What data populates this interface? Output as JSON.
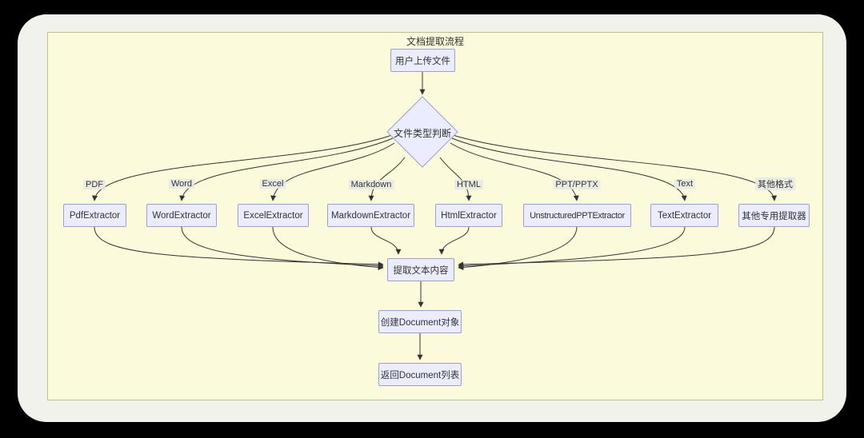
{
  "page": {
    "background": "#000000",
    "card_background": "#f2f2ec"
  },
  "diagram": {
    "title": "文档提取流程",
    "canvas_bg": "#fbfbdc",
    "canvas_border": "#c2c287",
    "node_fill": "#ECECFF",
    "node_border": "#9d9ddb",
    "edge_color": "#333333",
    "nodes": {
      "upload": "用户上传文件",
      "decision": "文件类型判断",
      "extract": "提取文本内容",
      "create_doc": "创建Document对象",
      "return_list": "返回Document列表"
    },
    "branches": [
      {
        "label": "PDF",
        "extractor": "PdfExtractor"
      },
      {
        "label": "Word",
        "extractor": "WordExtractor"
      },
      {
        "label": "Excel",
        "extractor": "ExcelExtractor"
      },
      {
        "label": "Markdown",
        "extractor": "MarkdownExtractor"
      },
      {
        "label": "HTML",
        "extractor": "HtmlExtractor"
      },
      {
        "label": "PPT/PPTX",
        "extractor": "UnstructuredPPTExtractor"
      },
      {
        "label": "Text",
        "extractor": "TextExtractor"
      },
      {
        "label": "其他格式",
        "extractor": "其他专用提取器"
      }
    ]
  }
}
